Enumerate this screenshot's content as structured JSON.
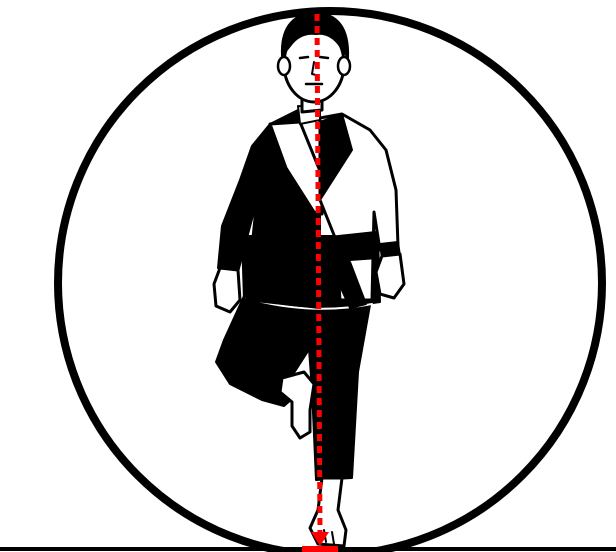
{
  "colors": {
    "background": "#ffffff",
    "ink": "#000000",
    "balance_line": "#ff0000"
  },
  "elements": {
    "circle": "circle-outline",
    "figure": "karate-practitioner-one-leg-stance",
    "line": "center-of-gravity-dotted-line",
    "ground": "ground-line",
    "marker": "balance-point-marker"
  }
}
